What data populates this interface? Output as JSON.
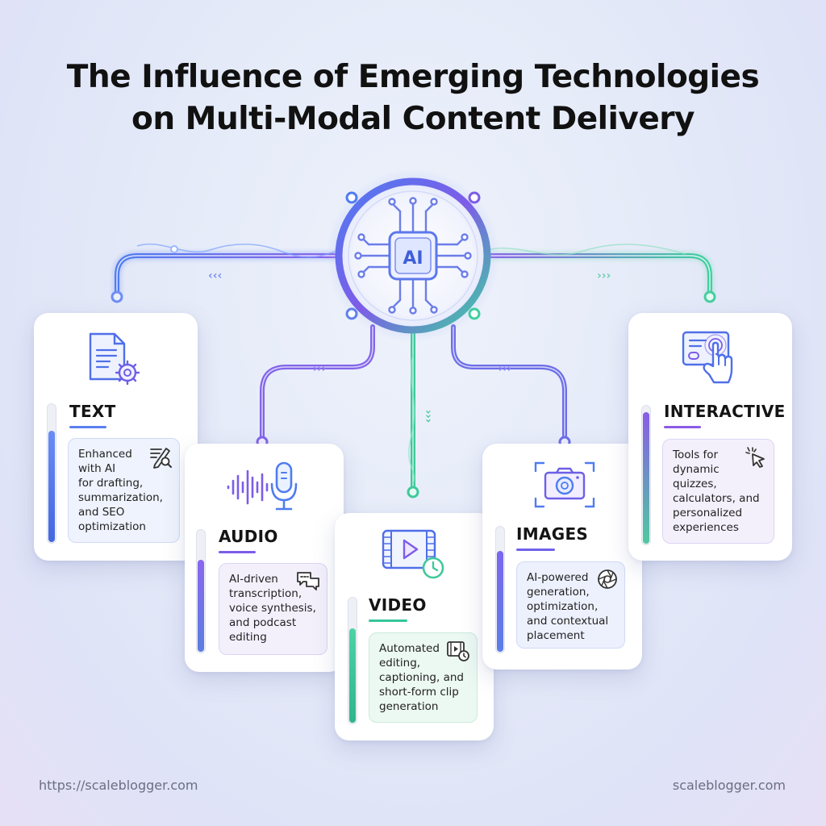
{
  "title": {
    "line1": "The Influence of Emerging Technologies",
    "line2": "on Multi-Modal Content Delivery"
  },
  "hub": {
    "label": "AI",
    "icon": "ai-chip-icon"
  },
  "cards": {
    "text": {
      "label": "TEXT",
      "description": "Enhanced\nwith AI\nfor drafting,\nsummarization,\nand SEO\noptimization",
      "icon": "document-gear-icon",
      "mini_icon": "pencil-search-icon",
      "accent": "#5b7ff0",
      "level": 0.8
    },
    "audio": {
      "label": "AUDIO",
      "description": "AI-driven\ntranscription,\nvoice synthesis,\nand podcast\nediting",
      "icon": "microphone-waveform-icon",
      "mini_icon": "chat-bubbles-icon",
      "accent": "#7d5ce8",
      "level": 0.75
    },
    "video": {
      "label": "VIDEO",
      "description": "Automated\nediting,\ncaptioning, and\nshort-form clip\ngeneration",
      "icon": "video-clock-icon",
      "mini_icon": "film-clock-icon",
      "accent": "#35c59a",
      "level": 0.75
    },
    "images": {
      "label": "IMAGES",
      "description": "AI-powered\ngeneration,\noptimization,\nand contextual\nplacement",
      "icon": "camera-icon",
      "mini_icon": "lens-aperture-icon",
      "accent": "#6f62ea",
      "level": 0.8
    },
    "interactive": {
      "label": "INTERACTIVE",
      "description": "Tools for\ndynamic\nquizzes,\ncalculators, and\npersonalized\nexperiences",
      "icon": "touch-screen-icon",
      "mini_icon": "cursor-click-icon",
      "accent": "#8a5ce6",
      "level": 0.95
    }
  },
  "footer": {
    "left": "https://scaleblogger.com",
    "right": "scaleblogger.com"
  }
}
